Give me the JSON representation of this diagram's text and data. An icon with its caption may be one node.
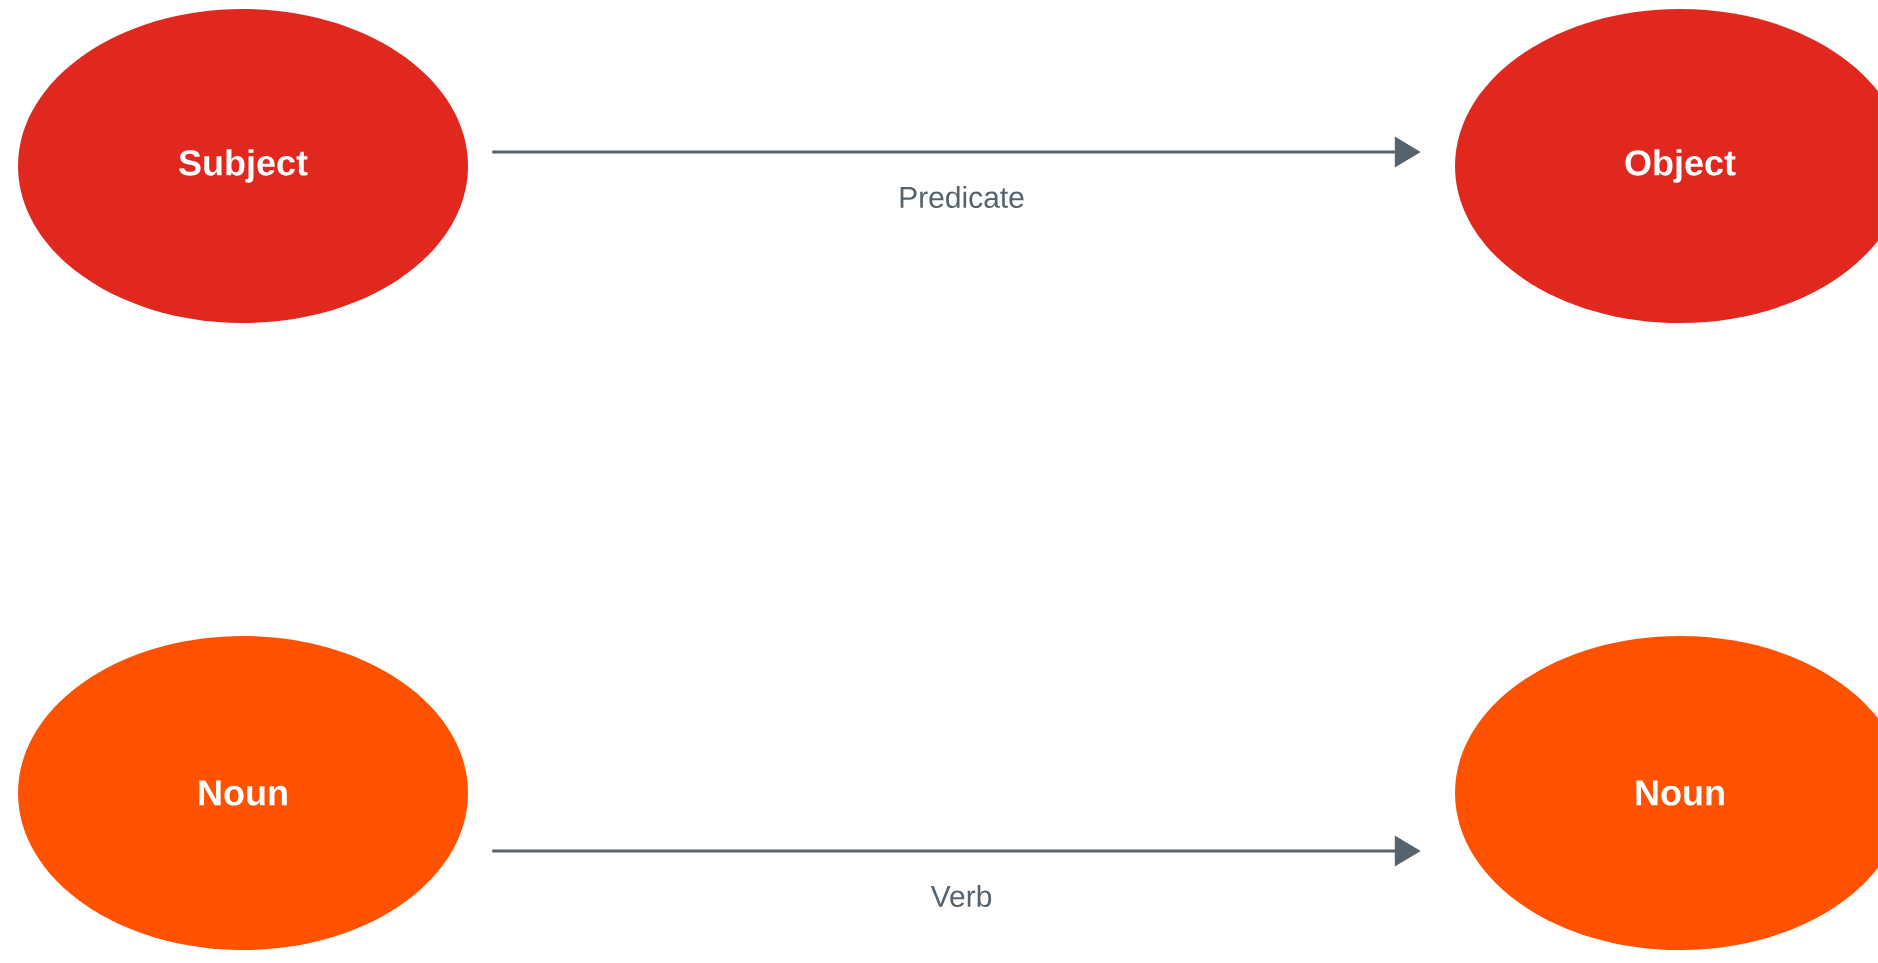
{
  "diagram": {
    "nodes": [
      {
        "text": [
          "Subject"
        ]
      },
      {
        "text": [
          "Object"
        ]
      },
      {
        "text": [
          "Noun"
        ]
      },
      {
        "text": [
          "Noun"
        ]
      }
    ],
    "edges": [
      {
        "from": 0,
        "to": 1,
        "arrow": "to",
        "label": "Predicate"
      },
      {
        "from": 2,
        "to": 3,
        "arrow": "to",
        "label": "Verb"
      }
    ]
  }
}
